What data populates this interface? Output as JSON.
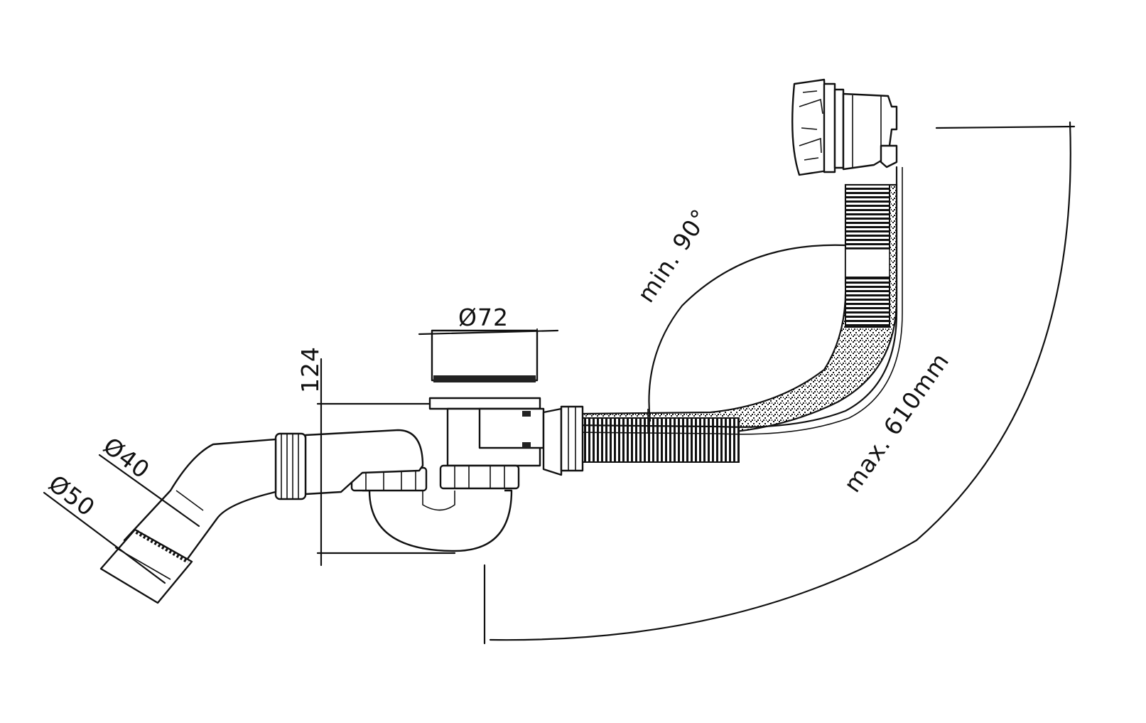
{
  "labels": {
    "diameter_72": "Ø72",
    "height_124": "124",
    "diameter_40": "Ø40",
    "diameter_50": "Ø50",
    "min_angle": "min. 90°",
    "max_length": "max. 610mm"
  }
}
